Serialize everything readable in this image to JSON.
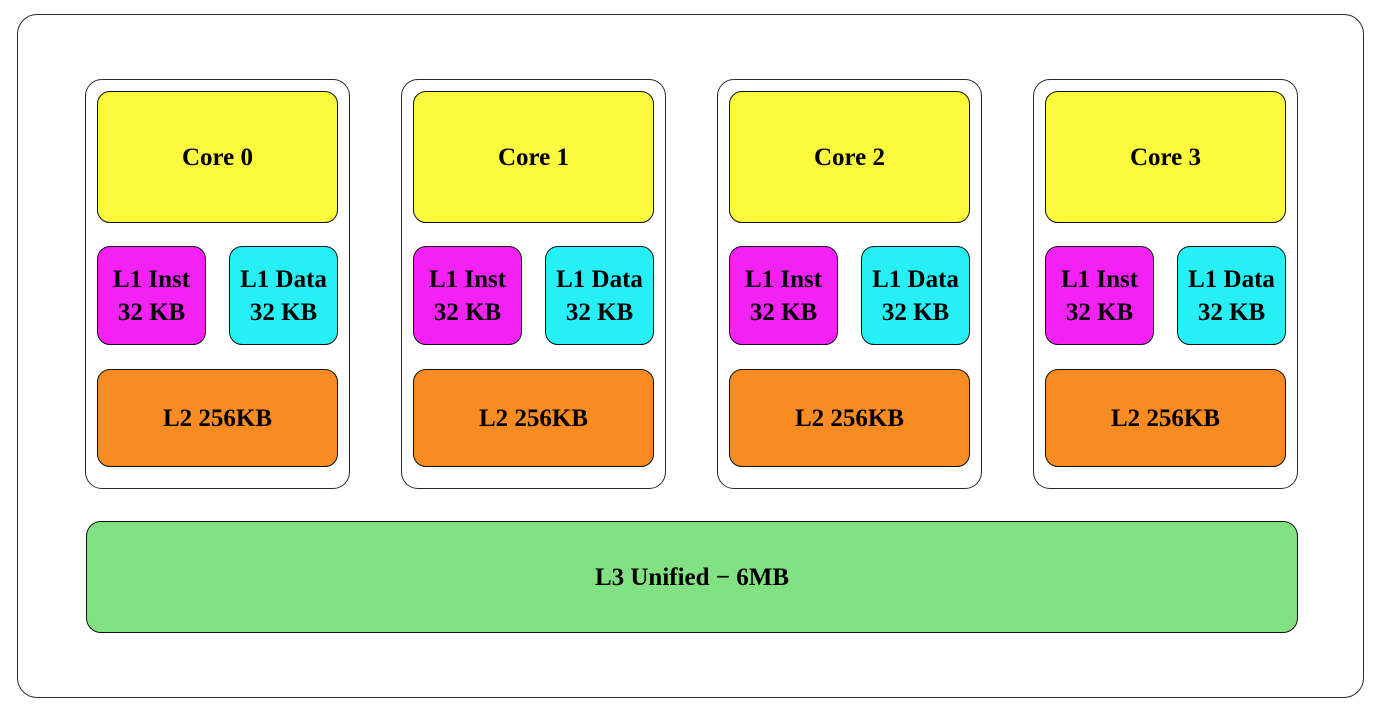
{
  "diagram_type": "cpu-cache-hierarchy",
  "colors": {
    "core": "#FCF93C",
    "l1_inst": "#F321F3",
    "l1_data": "#26EFF5",
    "l2": "#F88C23",
    "l3": "#82E182",
    "border": "#2a2a2a",
    "text": "#000000",
    "background": "#ffffff"
  },
  "cores": [
    {
      "label": "Core 0",
      "l1_inst": {
        "line1": "L1 Inst",
        "line2": "32 KB"
      },
      "l1_data": {
        "line1": "L1 Data",
        "line2": "32 KB"
      },
      "l2_label": "L2 256KB"
    },
    {
      "label": "Core 1",
      "l1_inst": {
        "line1": "L1 Inst",
        "line2": "32 KB"
      },
      "l1_data": {
        "line1": "L1 Data",
        "line2": "32 KB"
      },
      "l2_label": "L2 256KB"
    },
    {
      "label": "Core 2",
      "l1_inst": {
        "line1": "L1 Inst",
        "line2": "32 KB"
      },
      "l1_data": {
        "line1": "L1 Data",
        "line2": "32 KB"
      },
      "l2_label": "L2 256KB"
    },
    {
      "label": "Core 3",
      "l1_inst": {
        "line1": "L1 Inst",
        "line2": "32 KB"
      },
      "l1_data": {
        "line1": "L1 Data",
        "line2": "32 KB"
      },
      "l2_label": "L2 256KB"
    }
  ],
  "l3_label": "L3 Unified − 6MB"
}
